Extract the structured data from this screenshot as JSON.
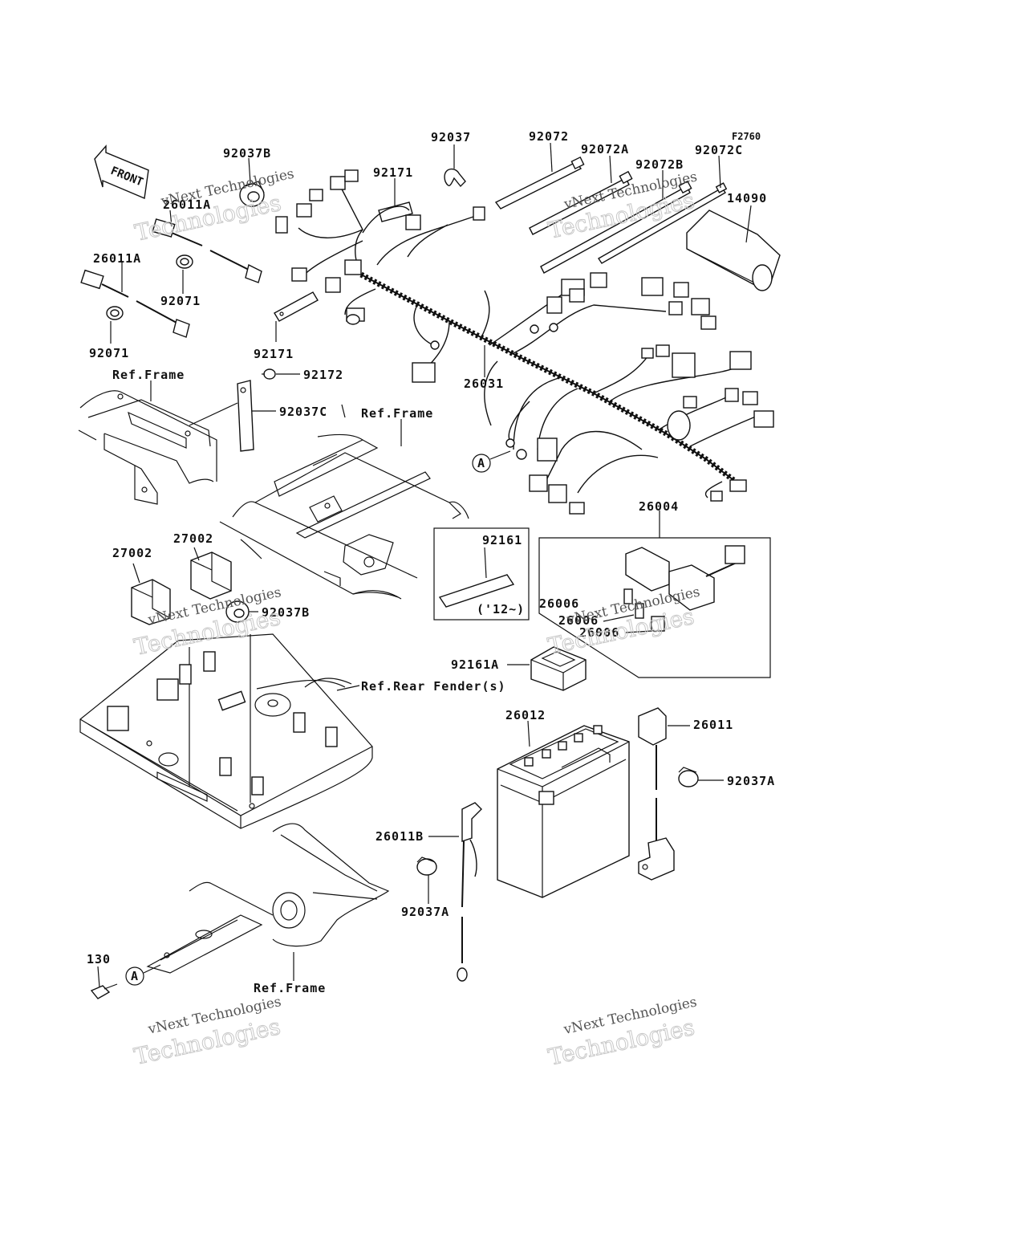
{
  "figure_id": "F2760",
  "front_label": "FRONT",
  "watermark": {
    "line1": "vNext Technologies",
    "line2": "Technologies"
  },
  "parts": {
    "p92037B_top": "92037B",
    "p26011A_top": "26011A",
    "p26011A": "26011A",
    "p92071_a": "92071",
    "p92071_b": "92071",
    "p92171_top": "92171",
    "p92171": "92171",
    "p92172": "92172",
    "p92037": "92037",
    "p92072": "92072",
    "p92072A": "92072A",
    "p92072B": "92072B",
    "p92072C": "92072C",
    "p14090": "14090",
    "p26031": "26031",
    "p92037C": "92037C",
    "ref_frame_1": "Ref.Frame",
    "ref_frame_2": "Ref.Frame",
    "ref_frame_3": "Ref.Frame",
    "ref_rear_fender": "Ref.Rear Fender(s)",
    "callout_a": "A",
    "p26004": "26004",
    "p92161": "92161",
    "p92161_note": "('12~)",
    "p26006": "26006",
    "p26006_b": "26006",
    "p26006_c": "26006",
    "p27002_a": "27002",
    "p27002_b": "27002",
    "p92037B": "92037B",
    "p92161A": "92161A",
    "p26012": "26012",
    "p26011": "26011",
    "p92037A": "92037A",
    "p26011B": "26011B",
    "p92037A_b": "92037A",
    "p130": "130"
  }
}
